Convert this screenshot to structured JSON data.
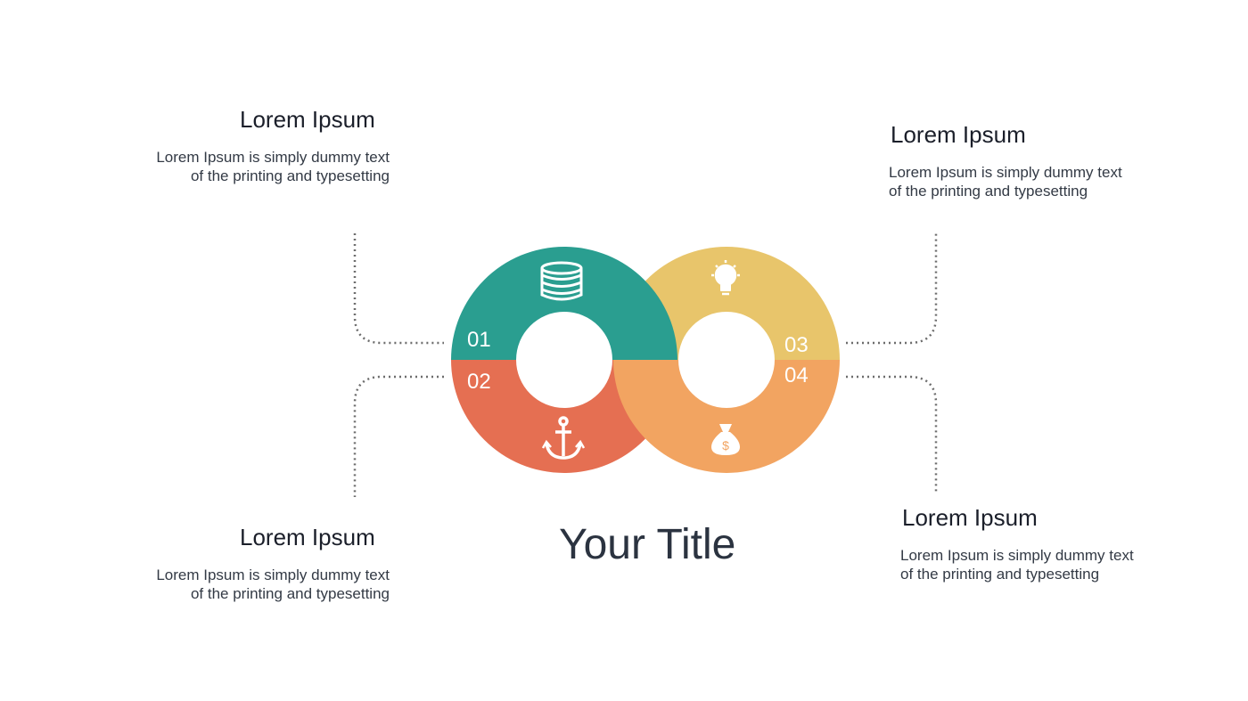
{
  "title": "Your Title",
  "colors": {
    "teal": "#2a9e90",
    "yellow": "#e8c56b",
    "red": "#e56f52",
    "orange": "#f2a461",
    "connector": "#6d6d6d",
    "icon": "#ffffff"
  },
  "segments": [
    {
      "number": "01",
      "icon": "coin-stack-icon",
      "heading": "Lorem Ipsum",
      "line1": "Lorem Ipsum is simply dummy text",
      "line2": "of the printing and typesetting"
    },
    {
      "number": "02",
      "icon": "anchor-icon",
      "heading": "Lorem Ipsum",
      "line1": "Lorem Ipsum is simply dummy text",
      "line2": "of the printing and typesetting"
    },
    {
      "number": "03",
      "icon": "lightbulb-icon",
      "heading": "Lorem Ipsum",
      "line1": "Lorem Ipsum is simply dummy text",
      "line2": "of the printing and typesetting"
    },
    {
      "number": "04",
      "icon": "money-bag-icon",
      "heading": "Lorem Ipsum",
      "line1": "Lorem Ipsum is simply dummy text",
      "line2": "of the printing and typesetting"
    }
  ]
}
